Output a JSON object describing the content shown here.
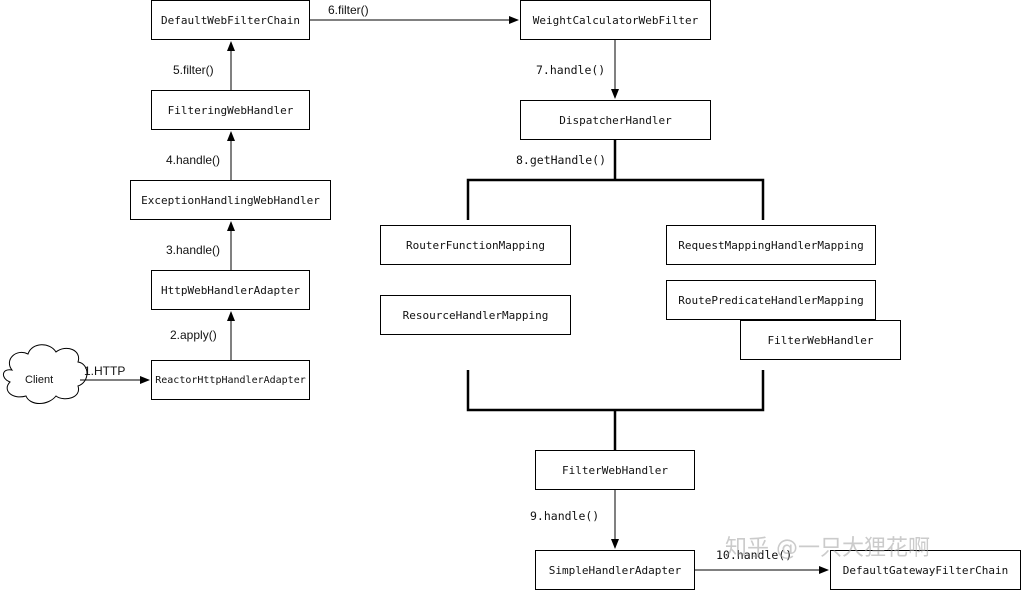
{
  "nodes": {
    "default_web_filter_chain": "DefaultWebFilterChain",
    "filtering_web_handler": "FilteringWebHandler",
    "exception_handling_web_handler": "ExceptionHandlingWebHandler",
    "http_web_handler_adapter": "HttpWebHandlerAdapter",
    "reactor_http_handler_adapter": "ReactorHttpHandlerAdapter",
    "client": "Client",
    "weight_calculator_web_filter": "WeightCalculatorWebFilter",
    "dispatcher_handler": "DispatcherHandler",
    "router_function_mapping": "RouterFunctionMapping",
    "resource_handler_mapping": "ResourceHandlerMapping",
    "request_mapping_handler_mapping": "RequestMappingHandlerMapping",
    "route_predicate_handler_mapping": "RoutePredicateHandlerMapping",
    "filter_web_handler_inner": "FilterWebHandler",
    "filter_web_handler": "FilterWebHandler",
    "simple_handler_adapter": "SimpleHandlerAdapter",
    "default_gateway_filter_chain": "DefaultGatewayFilterChain"
  },
  "edges": {
    "e1": "1.HTTP",
    "e2": "2.apply()",
    "e3": "3.handle()",
    "e4": "4.handle()",
    "e5": "5.filter()",
    "e6": "6.filter()",
    "e7": "7.handle()",
    "e8": "8.getHandle()",
    "e9": "9.handle()",
    "e10": "10.handle()"
  },
  "watermark": "知乎 @一只大狸花啊",
  "colors": {
    "stroke": "#000000",
    "box_fill": "#ffffff",
    "watermark": "#a0a0a0"
  }
}
